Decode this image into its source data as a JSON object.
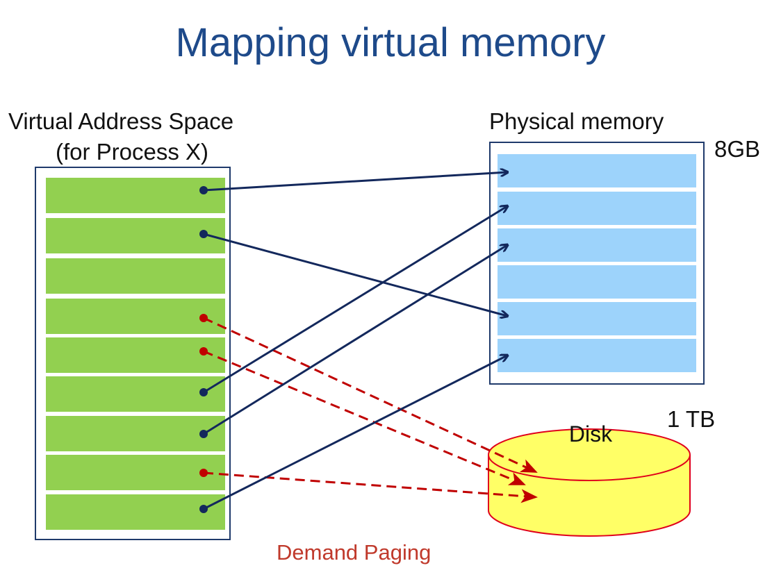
{
  "title": "Mapping virtual memory",
  "virtual_space": {
    "label_line1": "Virtual Address Space",
    "label_line2": "(for Process X)",
    "page_count": 9,
    "page_color": "#92d050"
  },
  "physical_memory": {
    "label": "Physical memory",
    "size_label": "8GB",
    "frame_count": 6,
    "frame_color": "#9dd3fb"
  },
  "disk": {
    "label": "Disk",
    "size_label": "1 TB",
    "fill_color": "#ffff66",
    "stroke_color": "#e0001b"
  },
  "caption": "Demand Paging",
  "mappings": [
    {
      "virtual_page": 1,
      "target": "memory",
      "frame": 1
    },
    {
      "virtual_page": 2,
      "target": "memory",
      "frame": 5
    },
    {
      "virtual_page": 4,
      "target": "disk"
    },
    {
      "virtual_page": 5,
      "target": "disk"
    },
    {
      "virtual_page": 6,
      "target": "memory",
      "frame": 2
    },
    {
      "virtual_page": 7,
      "target": "memory",
      "frame": 3
    },
    {
      "virtual_page": 8,
      "target": "disk"
    },
    {
      "virtual_page": 9,
      "target": "memory",
      "frame": 6
    }
  ],
  "colors": {
    "title": "#1e4a8a",
    "memory_arrow": "#13285c",
    "disk_arrow": "#c00000",
    "caption": "#c0392b"
  }
}
